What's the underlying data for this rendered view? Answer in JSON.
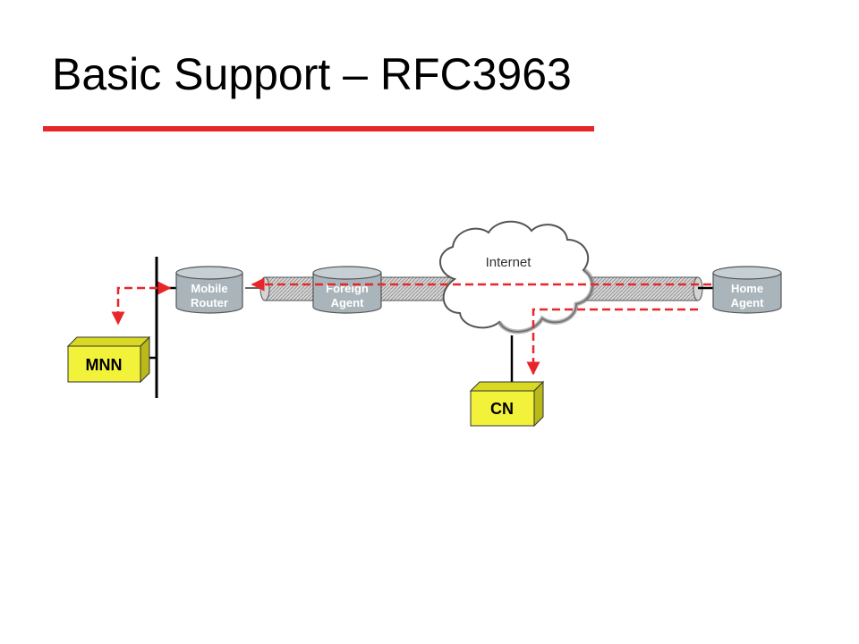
{
  "slide": {
    "title": "Basic Support – RFC3963"
  },
  "diagram": {
    "nodes": {
      "mobile_router": [
        "Mobile",
        "Router"
      ],
      "foreign_agent": [
        "Foreign",
        "Agent"
      ],
      "home_agent": [
        "Home",
        "Agent"
      ],
      "internet": "Internet",
      "mnn": "MNN",
      "cn": "CN"
    },
    "colors": {
      "title_rule": "#e8262a",
      "data_path": "#e8262a",
      "router_fill": "#a9b5ba",
      "host_box": "#f2f23a",
      "tunnel": "#c9c9c9"
    }
  }
}
